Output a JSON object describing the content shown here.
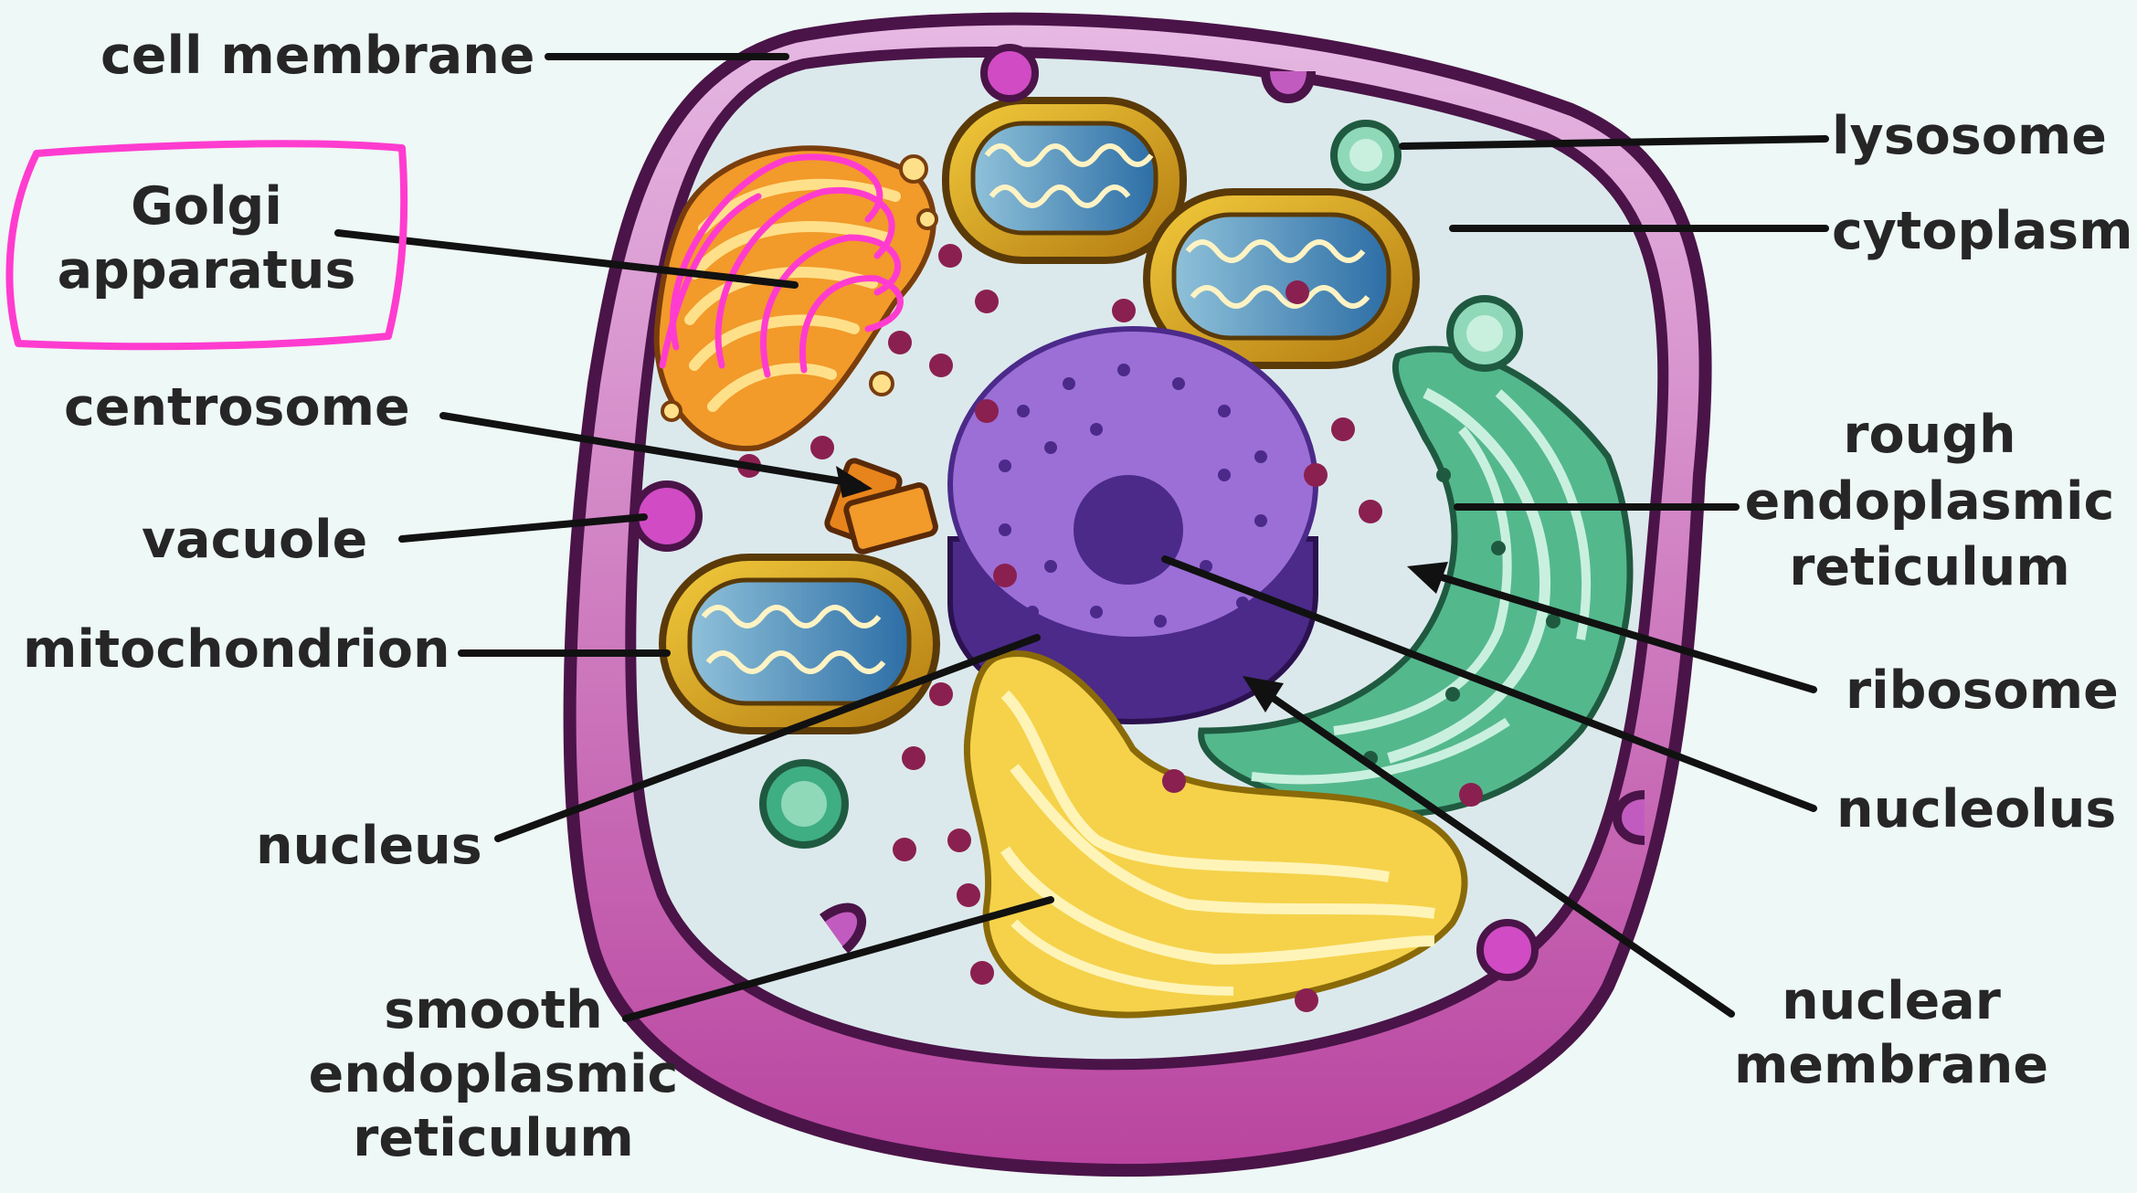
{
  "labels": {
    "cell_membrane": "cell membrane",
    "golgi_line1": "Golgi",
    "golgi_line2": "apparatus",
    "centrosome": "centrosome",
    "vacuole": "vacuole",
    "mitochondrion": "mitochondrion",
    "nucleus": "nucleus",
    "smooth_er_line1": "smooth",
    "smooth_er_line2": "endoplasmic",
    "smooth_er_line3": "reticulum",
    "lysosome": "lysosome",
    "cytoplasm": "cytoplasm",
    "rough_er_line1": "rough",
    "rough_er_line2": "endoplasmic",
    "rough_er_line3": "reticulum",
    "ribosome": "ribosome",
    "nucleolus": "nucleolus",
    "nuclear_membrane_line1": "nuclear",
    "nuclear_membrane_line2": "membrane"
  },
  "highlight": {
    "target": "Golgi apparatus",
    "color": "#ff3ccf"
  },
  "colors": {
    "background": "#eef8f6",
    "cell_outline": "#4a1448",
    "cell_membrane_fill": "#c25bbf",
    "cytoplasm": "#dce9ec",
    "nucleus": "#9c6fd6",
    "nucleolus": "#4b2a8a",
    "mitochondrion": "#d8a51c",
    "golgi": "#f29a2a",
    "smooth_er": "#f5d24a",
    "rough_er": "#54b88d",
    "ribosome": "#8a2050",
    "lysosome": "#3fae82",
    "vacuole": "#d14bc4"
  },
  "icons": {
    "cell": "animal-cell-illustration"
  }
}
